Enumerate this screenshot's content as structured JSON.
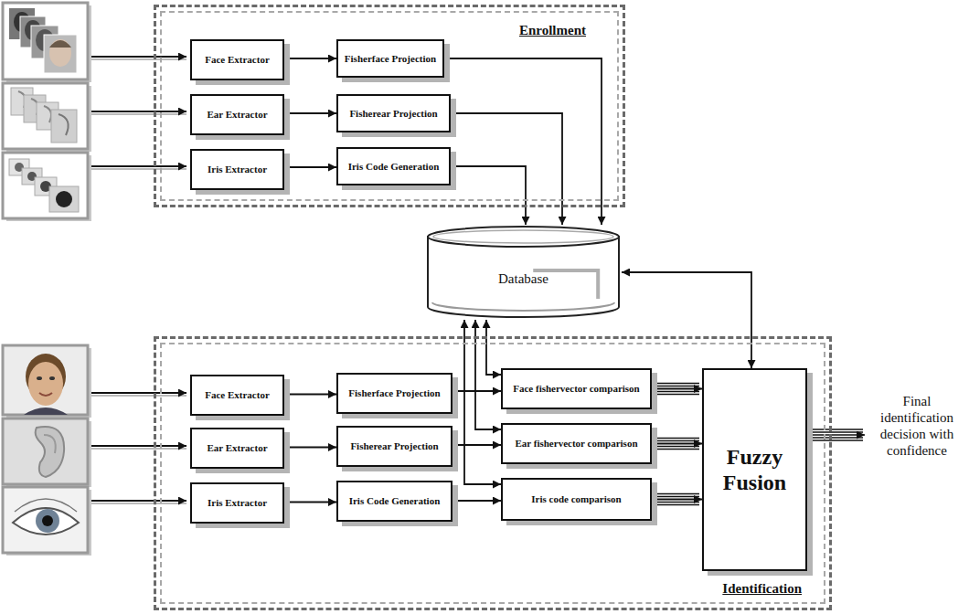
{
  "diagram": {
    "nodes": [
      {
        "text": [
          "Enrollment"
        ]
      },
      {
        "text": [
          "Face Extractor"
        ],
        "in": 0
      },
      {
        "text": [
          "Fisherface Projection"
        ],
        "in": 0
      },
      {
        "text": [
          "Ear Extractor"
        ],
        "in": 0
      },
      {
        "text": [
          "Fisherear Projection"
        ],
        "in": 0
      },
      {
        "text": [
          "Iris Extractor"
        ],
        "in": 0
      },
      {
        "text": [
          "Iris Code Generation"
        ],
        "in": 0
      },
      {
        "text": [
          "Database"
        ]
      },
      {
        "text": [
          "Identification"
        ]
      },
      {
        "text": [
          "Face Extractor"
        ],
        "in": 8
      },
      {
        "text": [
          "Fisherface Projection"
        ],
        "in": 8
      },
      {
        "text": [
          "Face fishervector comparison"
        ],
        "in": 8
      },
      {
        "text": [
          "Ear Extractor"
        ],
        "in": 8
      },
      {
        "text": [
          "Fisherear Projection"
        ],
        "in": 8
      },
      {
        "text": [
          "Ear fishervector comparison"
        ],
        "in": 8
      },
      {
        "text": [
          "Iris Extractor"
        ],
        "in": 8
      },
      {
        "text": [
          "Iris Code Generation"
        ],
        "in": 8
      },
      {
        "text": [
          "Iris code comparison"
        ],
        "in": 8
      },
      {
        "text": [
          "Fuzzy Fusion"
        ],
        "in": 8
      }
    ],
    "edges": [
      {
        "from": 1,
        "to": 2,
        "arrow": "to"
      },
      {
        "from": 3,
        "to": 4,
        "arrow": "to"
      },
      {
        "from": 5,
        "to": 6,
        "arrow": "to"
      },
      {
        "from": 2,
        "to": 7,
        "arrow": "to"
      },
      {
        "from": 4,
        "to": 7,
        "arrow": "to"
      },
      {
        "from": 6,
        "to": 7,
        "arrow": "to"
      },
      {
        "from": 9,
        "to": 10,
        "arrow": "to"
      },
      {
        "from": 10,
        "to": 11,
        "arrow": "to"
      },
      {
        "from": 12,
        "to": 13,
        "arrow": "to"
      },
      {
        "from": 13,
        "to": 14,
        "arrow": "to"
      },
      {
        "from": 15,
        "to": 16,
        "arrow": "to"
      },
      {
        "from": 16,
        "to": 17,
        "arrow": "to"
      },
      {
        "from": 11,
        "to": 18,
        "arrow": "to"
      },
      {
        "from": 14,
        "to": 18,
        "arrow": "to"
      },
      {
        "from": 17,
        "to": 18,
        "arrow": "to"
      },
      {
        "from": 11,
        "to": 7,
        "arrow": "both"
      },
      {
        "from": 14,
        "to": 7,
        "arrow": "both"
      },
      {
        "from": 17,
        "to": 7,
        "arrow": "both"
      },
      {
        "from": 7,
        "to": 18,
        "arrow": "both"
      }
    ],
    "labels": [
      "Final identification decision with confidence"
    ]
  }
}
